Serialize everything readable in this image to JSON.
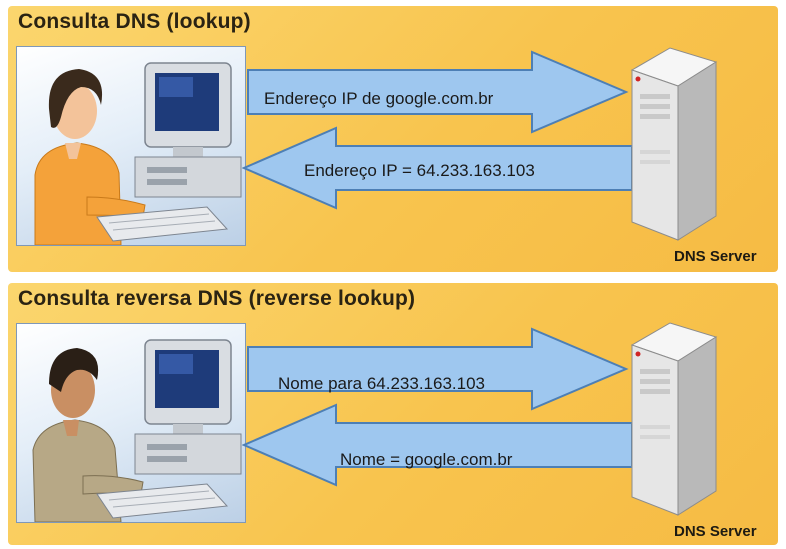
{
  "panels": [
    {
      "title": "Consulta DNS (lookup)",
      "request": "Endereço IP de google.com.br",
      "response": "Endereço IP = 64.233.163.103",
      "server_label": "DNS Server"
    },
    {
      "title": "Consulta reversa DNS (reverse lookup)",
      "request": "Nome para 64.233.163.103",
      "response": "Nome = google.com.br",
      "server_label": "DNS Server"
    }
  ],
  "colors": {
    "panel_background": "#f8c44e",
    "arrow_fill": "#9ec7ef",
    "arrow_stroke": "#4d7fb5",
    "server_body": "#ececec"
  },
  "icons": [
    "user-at-computer-icon",
    "dns-server-tower-icon"
  ]
}
